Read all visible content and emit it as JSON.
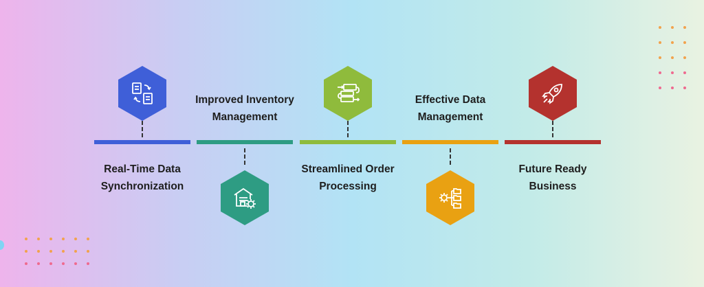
{
  "steps": [
    {
      "line1": "Real-Time Data",
      "line2": "Synchronization",
      "color": "#3f5fd8",
      "icon": "document-sync-icon"
    },
    {
      "line1": "Improved Inventory",
      "line2": "Management",
      "color": "#2e9c83",
      "icon": "warehouse-gear-icon"
    },
    {
      "line1": "Streamlined Order",
      "line2": "Processing",
      "color": "#8fbb3c",
      "icon": "workflow-process-icon"
    },
    {
      "line1": "Effective Data",
      "line2": "Management",
      "color": "#e9a112",
      "icon": "data-hierarchy-gear-icon"
    },
    {
      "line1": "Future Ready",
      "line2": "Business",
      "color": "#b4322e",
      "icon": "rocket-icon"
    }
  ],
  "decor": {
    "dot_color_top": "#f2a24c",
    "dot_color_bottom": "#ef6a8f"
  }
}
